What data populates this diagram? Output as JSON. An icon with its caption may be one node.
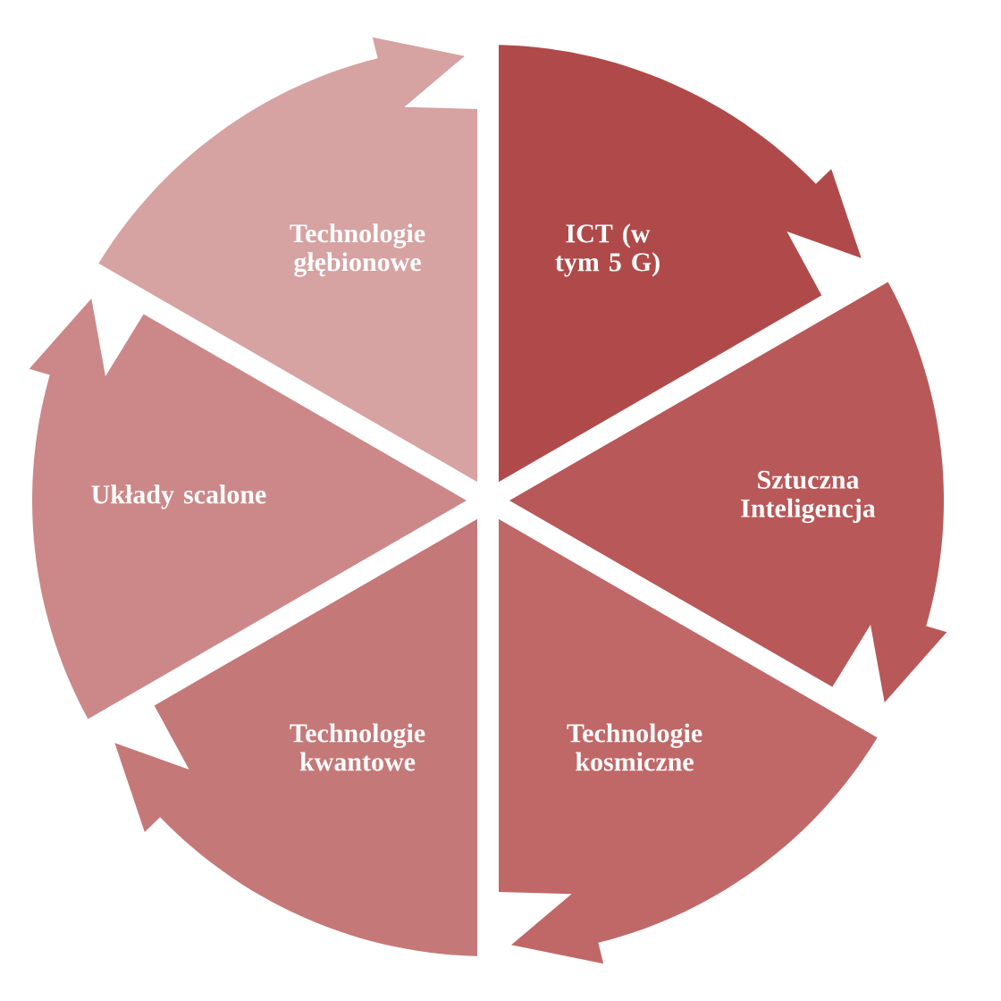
{
  "diagram": {
    "nodes": [
      {
        "text": [
          "ICT (w tym 5 G)"
        ]
      },
      {
        "text": [
          "Sztuczna Inteligencja"
        ]
      },
      {
        "text": [
          "Technologie kosmiczne"
        ]
      },
      {
        "text": [
          "Technologie kwantowe"
        ]
      },
      {
        "text": [
          "Układy scalone"
        ]
      },
      {
        "text": [
          "Technologie głębionowe"
        ]
      }
    ]
  }
}
